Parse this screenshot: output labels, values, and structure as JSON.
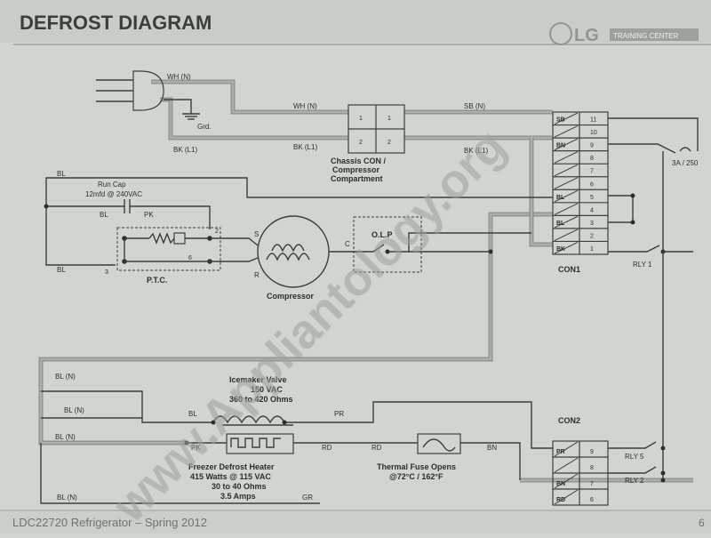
{
  "slide": {
    "title": "DEFROST DIAGRAM",
    "logo_text": "LG",
    "logo_tag": "TRAINING CENTER",
    "footer": "LDC22720 Refrigerator – Spring 2012",
    "page_number": "6",
    "watermark": "www.Appliantology.org"
  },
  "plug": {
    "wire_wh": "WH (N)",
    "wire_bk": "BK (L1)",
    "ground": "Grd."
  },
  "chassis": {
    "wire_wh": "WH (N)",
    "wire_bk": "BK (L1)",
    "label_line1": "Chassis CON /",
    "label_line2": "Compressor",
    "label_line3": "Compartment",
    "pins": [
      "1",
      "1",
      "2",
      "2"
    ],
    "out_sb": "SB (N)",
    "out_bk": "BK (L1)"
  },
  "run_cap": {
    "line1": "Run Cap",
    "line2": "12mfd @ 240VAC",
    "wire_bl": "BL",
    "wire_pk": "PK",
    "bl_top": "BL"
  },
  "ptc": {
    "label": "P.T.C.",
    "pin2": "2",
    "pin3": "3",
    "pin6": "6",
    "wire_bl": "BL"
  },
  "compressor": {
    "label": "Compressor",
    "s": "S",
    "r": "R",
    "c": "C"
  },
  "olp": {
    "label": "O.L.P"
  },
  "con1": {
    "label": "CON1",
    "pins": [
      "11",
      "10",
      "9",
      "8",
      "7",
      "6",
      "5",
      "4",
      "3",
      "2",
      "1"
    ],
    "colors": [
      "SB",
      "",
      "BN",
      "",
      "",
      "",
      "BL",
      "",
      "BL",
      "",
      "BK"
    ]
  },
  "relays": {
    "rly1": "RLY 1",
    "rly5": "RLY 5",
    "rly2": "RLY 2",
    "fuse": "3A / 250"
  },
  "icemaker": {
    "wire_bl": "BL (N)",
    "line1": "Icemaker Valve",
    "line2": "150 VAC",
    "line3": "360 to 420 Ohms"
  },
  "branch2": {
    "wire_bl": "BL (N)",
    "wire_bl_tag": "BL",
    "wire_pr": "PR"
  },
  "defrost_heater": {
    "wire_bl": "BL (N)",
    "wire_pk": "PK",
    "wire_rd1": "RD",
    "wire_rd2": "RD",
    "line1": "Freezer Defrost Heater",
    "line2": "415 Watts @ 115 VAC",
    "line3": "30 to 40 Ohms",
    "line4": "3.5 Amps"
  },
  "thermal_fuse": {
    "line1": "Thermal Fuse Opens",
    "line2": "@72°C / 162°F",
    "wire_bn": "BN"
  },
  "con2": {
    "label": "CON2",
    "pins": [
      "9",
      "8",
      "7",
      "6"
    ],
    "colors": [
      "PR",
      "",
      "BN",
      "RD"
    ]
  },
  "partial_bottom": {
    "left": "BL (N)",
    "gr": "GR"
  }
}
